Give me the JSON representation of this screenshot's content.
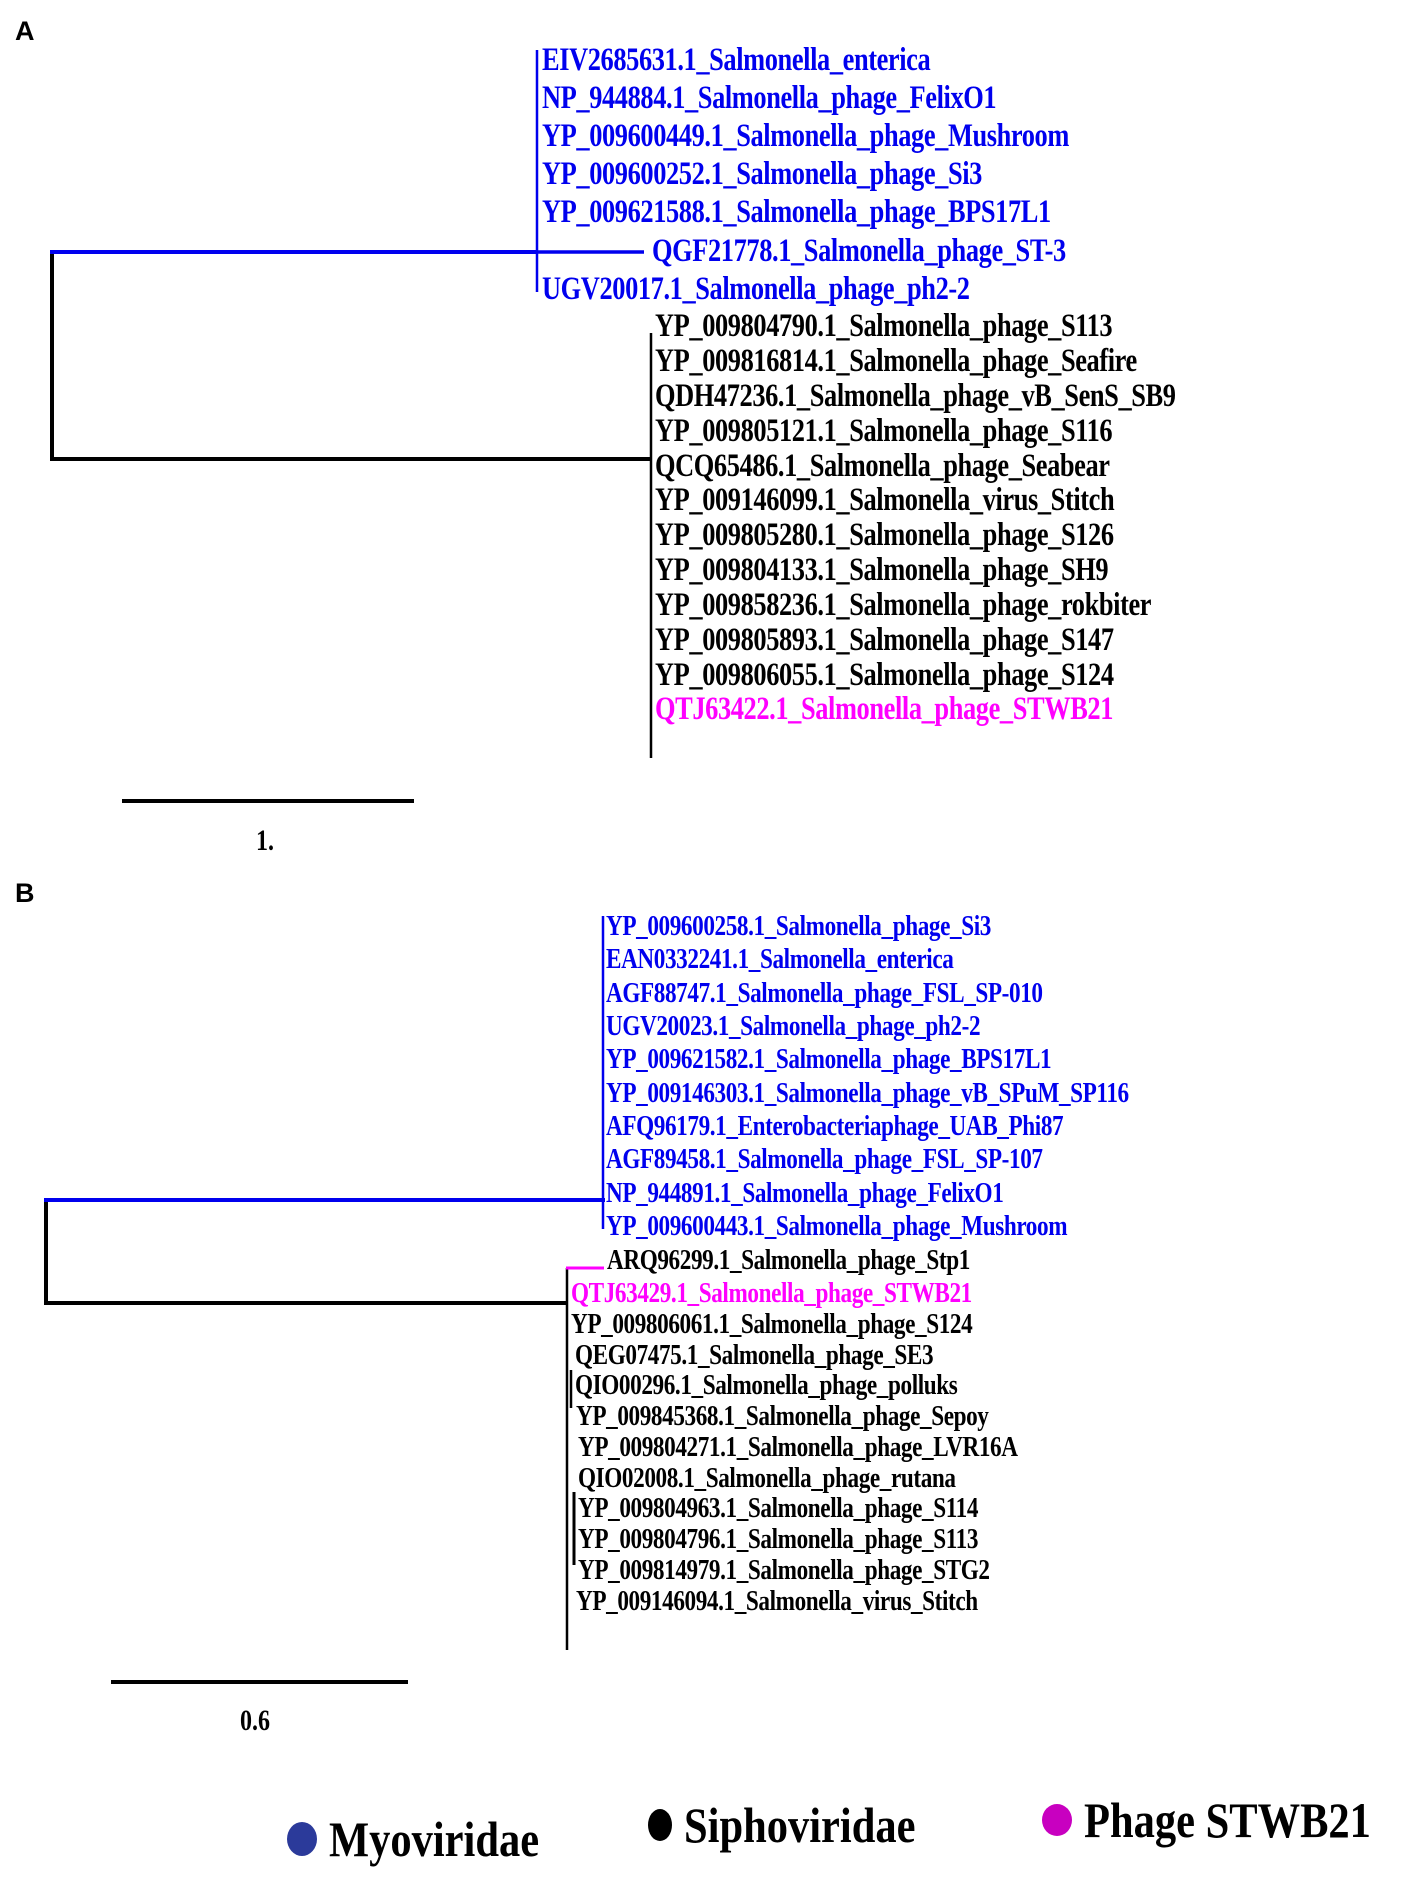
{
  "colors": {
    "myoviridae": "#0000ee",
    "siphoviridae": "#000000",
    "stwb21": "#ff00ff",
    "legend_myoviridae_dot": "#2b3a9a",
    "legend_siphoviridae_dot": "#000000",
    "legend_stwb21_dot": "#c800c0"
  },
  "panels": {
    "A": {
      "letter": "A",
      "scale_bar_label": "1.",
      "leaves": [
        {
          "label": "EIV2685631.1_Salmonella_enterica",
          "group": "myoviridae"
        },
        {
          "label": "NP_944884.1_Salmonella_phage_FelixO1",
          "group": "myoviridae"
        },
        {
          "label": "YP_009600449.1_Salmonella_phage_Mushroom",
          "group": "myoviridae"
        },
        {
          "label": "YP_009600252.1_Salmonella_phage_Si3",
          "group": "myoviridae"
        },
        {
          "label": "YP_009621588.1_Salmonella_phage_BPS17L1",
          "group": "myoviridae"
        },
        {
          "label": "QGF21778.1_Salmonella_phage_ST-3",
          "group": "myoviridae"
        },
        {
          "label": "UGV20017.1_Salmonella_phage_ph2-2",
          "group": "myoviridae"
        },
        {
          "label": "YP_009804790.1_Salmonella_phage_S113",
          "group": "siphoviridae"
        },
        {
          "label": "YP_009816814.1_Salmonella_phage_Seafire",
          "group": "siphoviridae"
        },
        {
          "label": "QDH47236.1_Salmonella_phage_vB_SenS_SB9",
          "group": "siphoviridae"
        },
        {
          "label": "YP_009805121.1_Salmonella_phage_S116",
          "group": "siphoviridae"
        },
        {
          "label": "QCQ65486.1_Salmonella_phage_Seabear",
          "group": "siphoviridae"
        },
        {
          "label": "YP_009146099.1_Salmonella_virus_Stitch",
          "group": "siphoviridae"
        },
        {
          "label": "YP_009805280.1_Salmonella_phage_S126",
          "group": "siphoviridae"
        },
        {
          "label": "YP_009804133.1_Salmonella_phage_SH9",
          "group": "siphoviridae"
        },
        {
          "label": "YP_009858236.1_Salmonella_phage_rokbiter",
          "group": "siphoviridae"
        },
        {
          "label": "YP_009805893.1_Salmonella_phage_S147",
          "group": "siphoviridae"
        },
        {
          "label": "YP_009806055.1_Salmonella_phage_S124",
          "group": "siphoviridae"
        },
        {
          "label": "QTJ63422.1_Salmonella_phage_STWB21",
          "group": "stwb21"
        }
      ]
    },
    "B": {
      "letter": "B",
      "scale_bar_label": "0.6",
      "leaves": [
        {
          "label": "YP_009600258.1_Salmonella_phage_Si3",
          "group": "myoviridae"
        },
        {
          "label": "EAN0332241.1_Salmonella_enterica",
          "group": "myoviridae"
        },
        {
          "label": "AGF88747.1_Salmonella_phage_FSL_SP-010",
          "group": "myoviridae"
        },
        {
          "label": "UGV20023.1_Salmonella_phage_ph2-2",
          "group": "myoviridae"
        },
        {
          "label": "YP_009621582.1_Salmonella_phage_BPS17L1",
          "group": "myoviridae"
        },
        {
          "label": "YP_009146303.1_Salmonella_phage_vB_SPuM_SP116",
          "group": "myoviridae"
        },
        {
          "label": "AFQ96179.1_Enterobacteriaphage_UAB_Phi87",
          "group": "myoviridae"
        },
        {
          "label": "AGF89458.1_Salmonella_phage_FSL_SP-107",
          "group": "myoviridae"
        },
        {
          "label": "NP_944891.1_Salmonella_phage_FelixO1",
          "group": "myoviridae"
        },
        {
          "label": "YP_009600443.1_Salmonella_phage_Mushroom",
          "group": "myoviridae"
        },
        {
          "label": "ARQ96299.1_Salmonella_phage_Stp1",
          "group": "siphoviridae"
        },
        {
          "label": "QTJ63429.1_Salmonella_phage_STWB21",
          "group": "stwb21"
        },
        {
          "label": "YP_009806061.1_Salmonella_phage_S124",
          "group": "siphoviridae"
        },
        {
          "label": "QEG07475.1_Salmonella_phage_SE3",
          "group": "siphoviridae"
        },
        {
          "label": "QIO00296.1_Salmonella_phage_polluks",
          "group": "siphoviridae"
        },
        {
          "label": "YP_009845368.1_Salmonella_phage_Sepoy",
          "group": "siphoviridae"
        },
        {
          "label": "YP_009804271.1_Salmonella_phage_LVR16A",
          "group": "siphoviridae"
        },
        {
          "label": "QIO02008.1_Salmonella_phage_rutana",
          "group": "siphoviridae"
        },
        {
          "label": "YP_009804963.1_Salmonella_phage_S114",
          "group": "siphoviridae"
        },
        {
          "label": "YP_009804796.1_Salmonella_phage_S113",
          "group": "siphoviridae"
        },
        {
          "label": "YP_009814979.1_Salmonella_phage_STG2",
          "group": "siphoviridae"
        },
        {
          "label": "YP_009146094.1_Salmonella_virus_Stitch",
          "group": "siphoviridae"
        }
      ]
    }
  },
  "legend": [
    {
      "label": "Myoviridae",
      "color": "#2b3a9a"
    },
    {
      "label": "Siphoviridae",
      "color": "#000000"
    },
    {
      "label": "Phage STWB21",
      "color": "#c800c0"
    }
  ]
}
